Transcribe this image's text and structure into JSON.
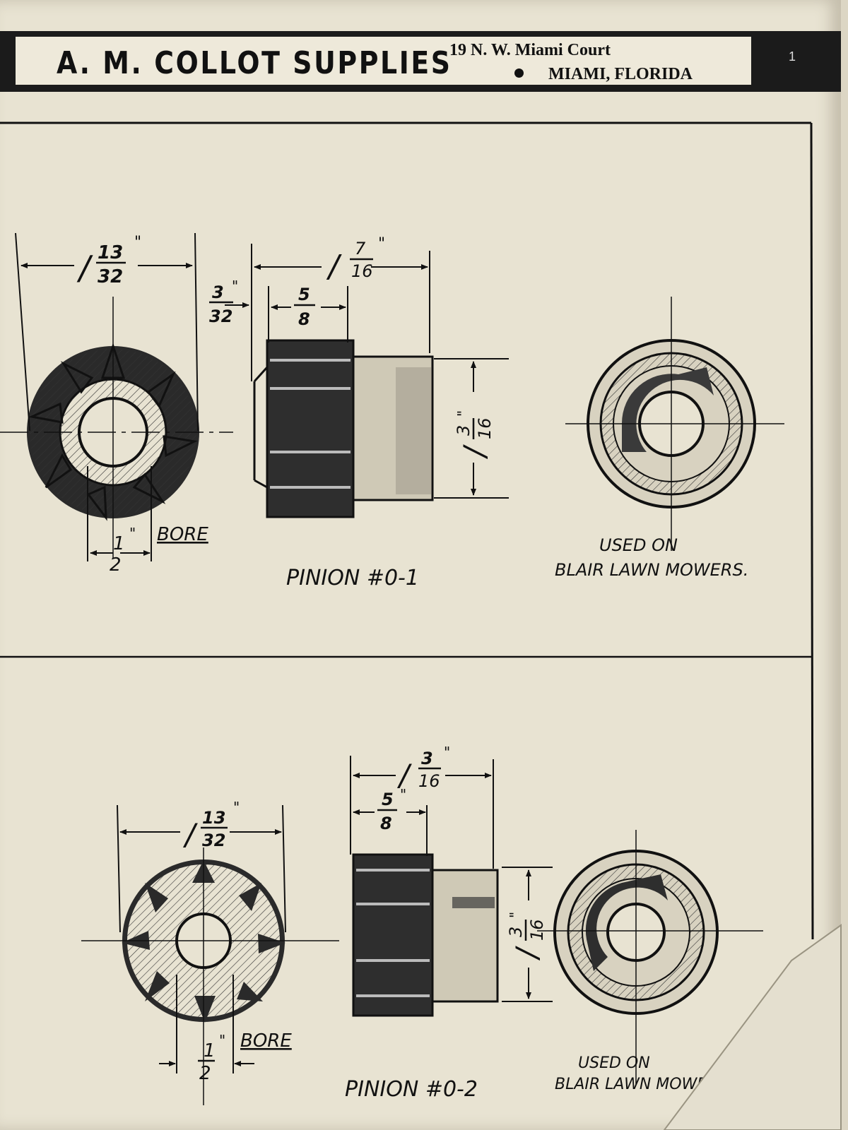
{
  "header": {
    "brand": "A. M. COLLOT SUPPLIES",
    "address_line1": "19 N. W. Miami Court",
    "address_line2": "MIAMI, FLORIDA",
    "page_number": "1"
  },
  "panels": [
    {
      "title": "PINION #0-1",
      "outer_diameter": "1 13/32\"",
      "length": "1 7/16\"",
      "shoulder": "3/32\"",
      "gear_width": "5/8",
      "height": "1 3/16\"",
      "bore": "1/2\" BORE",
      "note_line1": "USED ON",
      "note_line2": "BLAIR LAWN MOWERS."
    },
    {
      "title": "PINION #0-2",
      "outer_diameter": "1 13/32\"",
      "length": "1 3/16\"",
      "gear_width": "5/8\"",
      "height": "1 3/16\"",
      "bore": "1/2\" BORE",
      "note_line1": "USED ON",
      "note_line2": "BLAIR LAWN MOWERS"
    }
  ]
}
